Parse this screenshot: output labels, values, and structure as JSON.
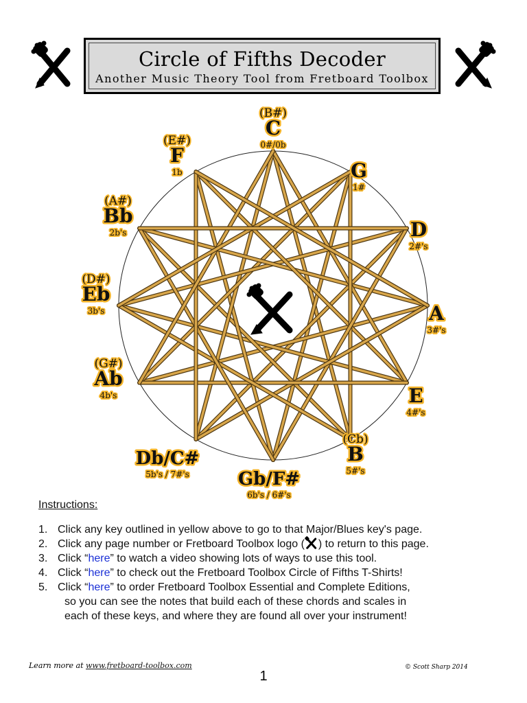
{
  "header": {
    "title": "Circle of Fifths Decoder",
    "subtitle": "Another Music Theory Tool from Fretboard Toolbox",
    "logo_icon": "fretboard-toolbox-logo-icon"
  },
  "colors": {
    "glow": "#f5b52a",
    "star_fill": "#d8a64a",
    "star_edge": "#4a3410",
    "link": "#1a2fd6",
    "title_bg": "#d9d9d9"
  },
  "circle": {
    "center_icon": "fretboard-toolbox-logo-icon",
    "keys": [
      {
        "id": "c",
        "alt": "(B#)",
        "name": "C",
        "sig": "0#/0b"
      },
      {
        "id": "g",
        "alt": "",
        "name": "G",
        "sig": "1#"
      },
      {
        "id": "d",
        "alt": "",
        "name": "D",
        "sig": "2#'s"
      },
      {
        "id": "a",
        "alt": "",
        "name": "A",
        "sig": "3#'s"
      },
      {
        "id": "e",
        "alt": "",
        "name": "E",
        "sig": "4#'s"
      },
      {
        "id": "b",
        "alt": "(Cb)",
        "name": "B",
        "sig": "5#'s"
      },
      {
        "id": "gb",
        "alt": "",
        "name": "Gb/F#",
        "sig": "6b's / 6#'s"
      },
      {
        "id": "db",
        "alt": "",
        "name": "Db/C#",
        "sig": "5b's / 7#'s"
      },
      {
        "id": "ab",
        "alt": "(G#)",
        "name": "Ab",
        "sig": "4b's"
      },
      {
        "id": "eb",
        "alt": "(D#)",
        "name": "Eb",
        "sig": "3b's"
      },
      {
        "id": "bb",
        "alt": "(A#)",
        "name": "Bb",
        "sig": "2b's"
      },
      {
        "id": "f",
        "alt": "(E#)",
        "name": "F",
        "sig": "1b"
      }
    ]
  },
  "instructions": {
    "heading": "Instructions:",
    "items": [
      {
        "num": "1.",
        "before": "Click any key outlined in yellow above to go to that Major/Blues key's page."
      },
      {
        "num": "2.",
        "before": "Click any page number or Fretboard Toolbox logo (",
        "after": ") to return to this page."
      },
      {
        "num": "3.",
        "before": "Click “",
        "link": "here",
        "after": "” to watch a video showing lots of ways to use this tool."
      },
      {
        "num": "4.",
        "before": "Click “",
        "link": "here",
        "after": "” to check out the Fretboard Toolbox Circle of Fifths T-Shirts!"
      },
      {
        "num": "5.",
        "before": "Click “",
        "link": "here",
        "after": "” to order Fretboard Toolbox Essential and Complete Editions,"
      }
    ],
    "continuation": [
      "so you can see the notes that build each of these chords and scales in",
      "each of these keys, and where they are found all over your instrument!"
    ]
  },
  "footer": {
    "learn_more": "Learn more at ",
    "url": "www.fretboard-toolbox.com",
    "copyright": "© Scott Sharp 2014",
    "page_number": "1"
  }
}
